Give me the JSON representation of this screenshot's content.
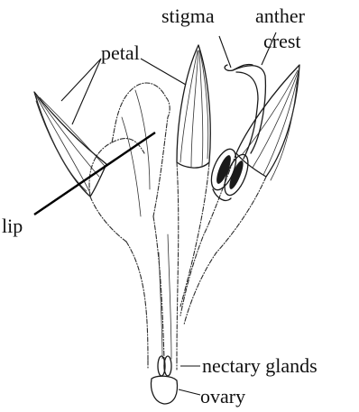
{
  "labels": {
    "stigma": "stigma",
    "anther": "anther",
    "crest": "crest",
    "petal": "petal",
    "lip": "lip",
    "nectary_glands": "nectary glands",
    "ovary": "ovary"
  }
}
